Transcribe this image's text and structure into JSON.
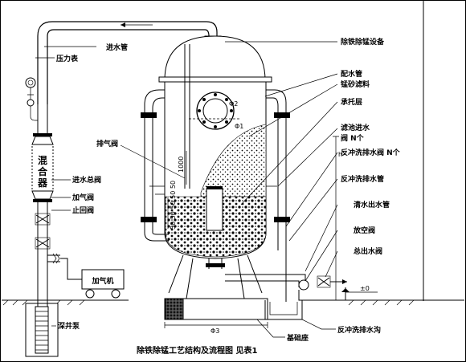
{
  "labels": {
    "water_inlet_pipe": "进水管",
    "pressure_gauge": "压力表",
    "mixer": "混合器",
    "inlet_main_valve": "进水总阀",
    "aeration_valve": "加气阀",
    "check_valve": "止回阀",
    "aerator": "加气机",
    "deep_well_pump": "深井泵",
    "equipment_title": "除铁除锰设备",
    "distribution_pipe": "配水管",
    "mn_sand_media": "锰砂滤料",
    "support_layer": "承托层",
    "filter_nozzle": "滤池进水",
    "filter_nozzle_count": "阀 N个",
    "backwash_valve": "反冲洗排水阀 N个",
    "backwash_drain_pipe": "反冲洗排水管",
    "clean_outlet_pipe": "清水出水管",
    "vent_valve": "放空阀",
    "main_outlet_valve": "总出水阀",
    "exhaust_valve": "排气阀",
    "foundation": "基础座",
    "backwash_ditch": "反冲洗排水沟",
    "dim_phi2": "Φ2",
    "dim_phi1": "Φ1",
    "dim_phi3": "Φ3",
    "dim_h": "h",
    "dim_1000": "1000",
    "dim_stack": "50 50 50 50 50",
    "ground_level": "±0",
    "caption": "除铁除锰工艺结构及流程图    见表1"
  }
}
